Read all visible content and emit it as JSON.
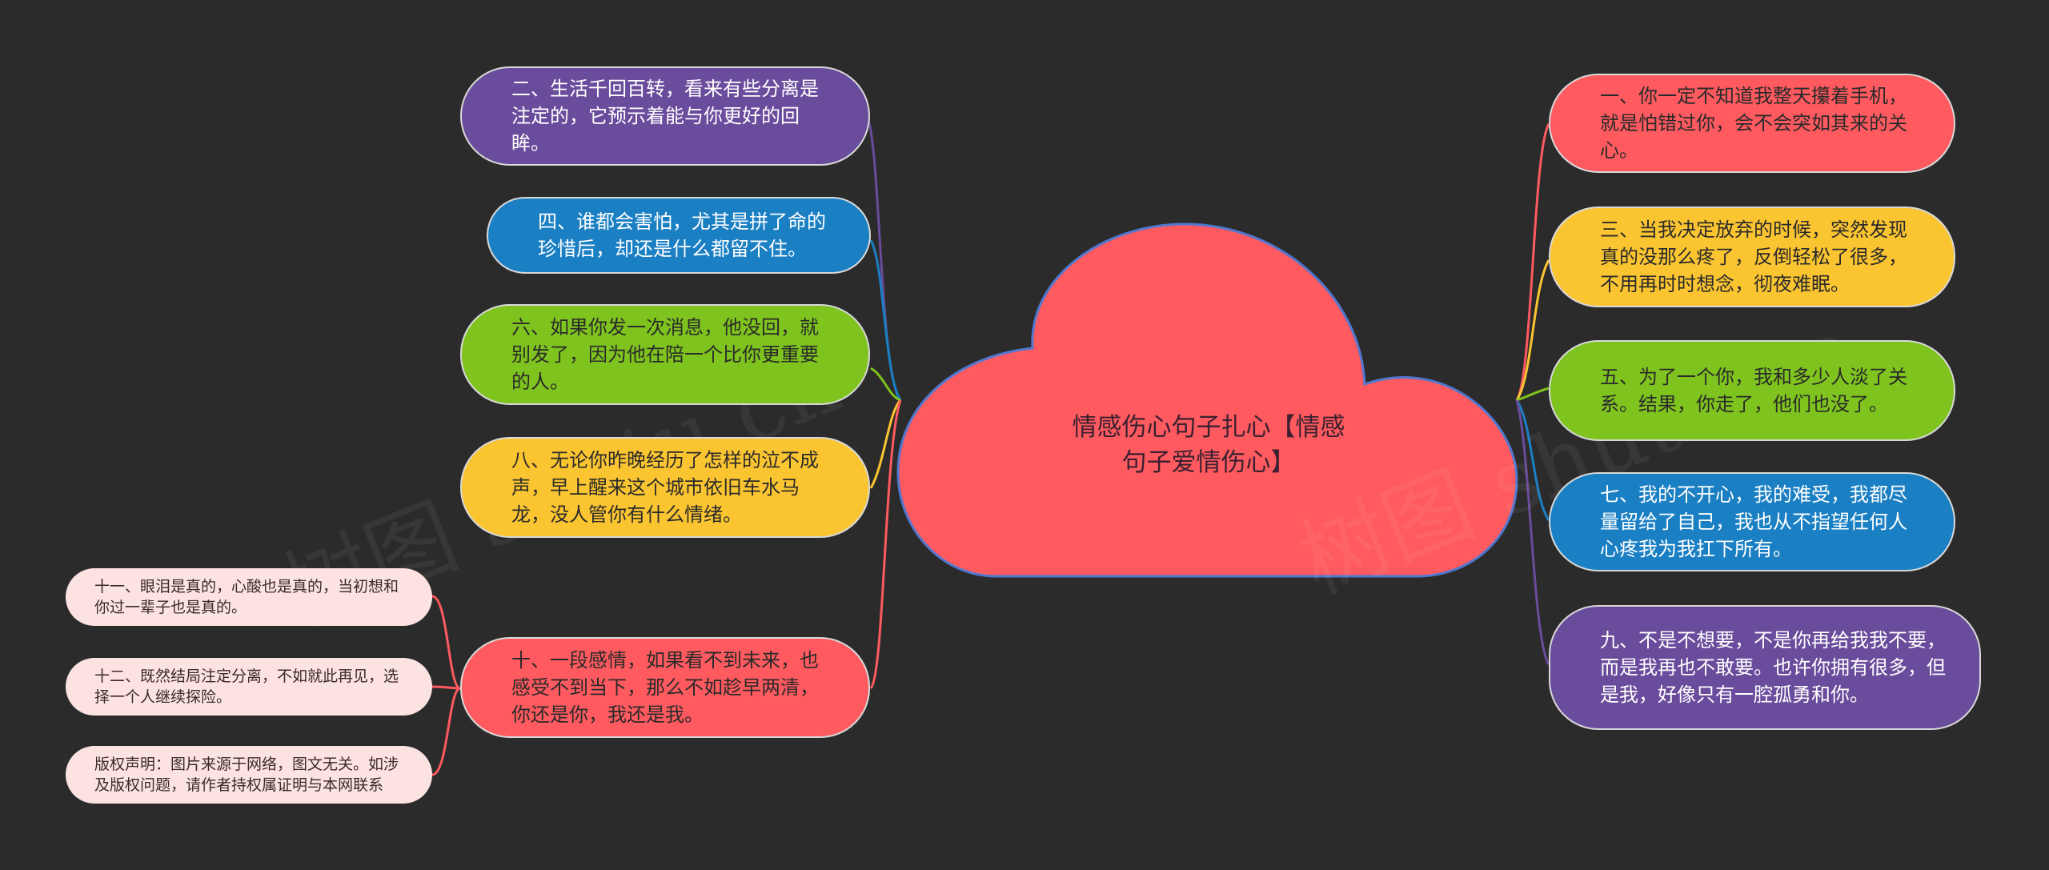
{
  "center": {
    "title": "情感伤心句子扎心【情感句子爱情伤心】",
    "line1": "情感伤心句子扎心【情感",
    "line2": "句子爱情伤心】"
  },
  "watermark": "树图 shutu.cn",
  "colors": {
    "background": "#2b2b2b",
    "cloud": "#fe5a5f",
    "purple": "#6a4c9c",
    "blue": "#1b7fc4",
    "green": "#7ec31e",
    "yellow": "#fbc531",
    "red": "#fe5a5f",
    "pink": "#fde2e2"
  },
  "left_nodes": [
    {
      "id": "n2",
      "color": "purple",
      "text": "二、生活千回百转，看来有些分离是注定的，它预示着能与你更好的回眸。"
    },
    {
      "id": "n4",
      "color": "blue",
      "text": "四、谁都会害怕，尤其是拼了命的珍惜后，却还是什么都留不住。"
    },
    {
      "id": "n6",
      "color": "green",
      "text": "六、如果你发一次消息，他没回，就别发了，因为他在陪一个比你更重要的人。"
    },
    {
      "id": "n8",
      "color": "yellow",
      "text": "八、无论你昨晚经历了怎样的泣不成声，早上醒来这个城市依旧车水马龙，没人管你有什么情绪。"
    },
    {
      "id": "n10",
      "color": "red",
      "text": "十、一段感情，如果看不到未来，也感受不到当下，那么不如趁早两清，你还是你，我还是我。"
    }
  ],
  "right_nodes": [
    {
      "id": "n1",
      "color": "red",
      "text": "一、你一定不知道我整天攥着手机，就是怕错过你，会不会突如其来的关心。"
    },
    {
      "id": "n3",
      "color": "yellow",
      "text": "三、当我决定放弃的时候，突然发现真的没那么疼了，反倒轻松了很多，不用再时时想念，彻夜难眠。"
    },
    {
      "id": "n5",
      "color": "green",
      "text": "五、为了一个你，我和多少人淡了关系。结果，你走了，他们也没了。"
    },
    {
      "id": "n7",
      "color": "blue",
      "text": "七、我的不开心，我的难受，我都尽量留给了自己，我也从不指望任何人心疼我为我扛下所有。"
    },
    {
      "id": "n9",
      "color": "purple",
      "text": "九、不是不想要，不是你再给我我不要，而是我再也不敢要。也许你拥有很多，但是我，好像只有一腔孤勇和你。"
    }
  ],
  "sub_nodes": [
    {
      "id": "n11",
      "text": "十一、眼泪是真的，心酸也是真的，当初想和你过一辈子也是真的。"
    },
    {
      "id": "n12",
      "text": "十二、既然结局注定分离，不如就此再见，选择一个人继续探险。"
    },
    {
      "id": "copyright",
      "text": "版权声明：图片来源于网络，图文无关。如涉及版权问题，请作者持权属证明与本网联系"
    }
  ]
}
